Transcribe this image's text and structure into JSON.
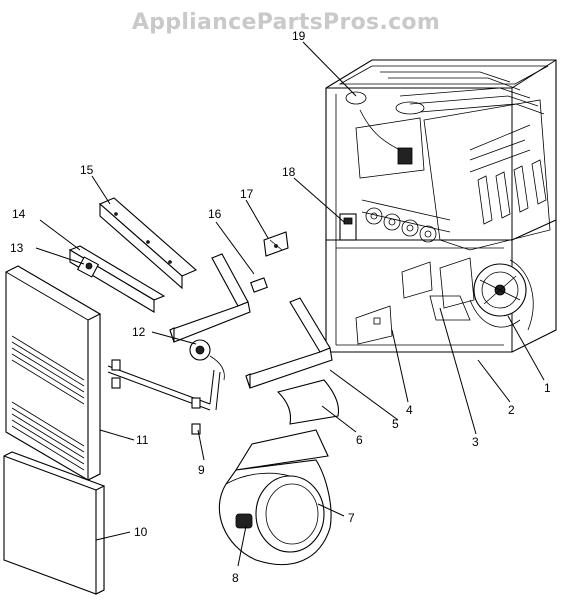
{
  "watermark": "AppliancePartsPros.com",
  "callouts": [
    {
      "id": "1",
      "label": "1"
    },
    {
      "id": "2",
      "label": "2"
    },
    {
      "id": "3",
      "label": "3"
    },
    {
      "id": "4",
      "label": "4"
    },
    {
      "id": "5",
      "label": "5"
    },
    {
      "id": "6",
      "label": "6"
    },
    {
      "id": "7",
      "label": "7"
    },
    {
      "id": "8",
      "label": "8"
    },
    {
      "id": "9",
      "label": "9"
    },
    {
      "id": "10",
      "label": "10"
    },
    {
      "id": "11",
      "label": "11"
    },
    {
      "id": "12",
      "label": "12"
    },
    {
      "id": "13",
      "label": "13"
    },
    {
      "id": "14",
      "label": "14"
    },
    {
      "id": "15",
      "label": "15"
    },
    {
      "id": "16",
      "label": "16"
    },
    {
      "id": "17",
      "label": "17"
    },
    {
      "id": "18",
      "label": "18"
    },
    {
      "id": "19",
      "label": "19"
    }
  ]
}
